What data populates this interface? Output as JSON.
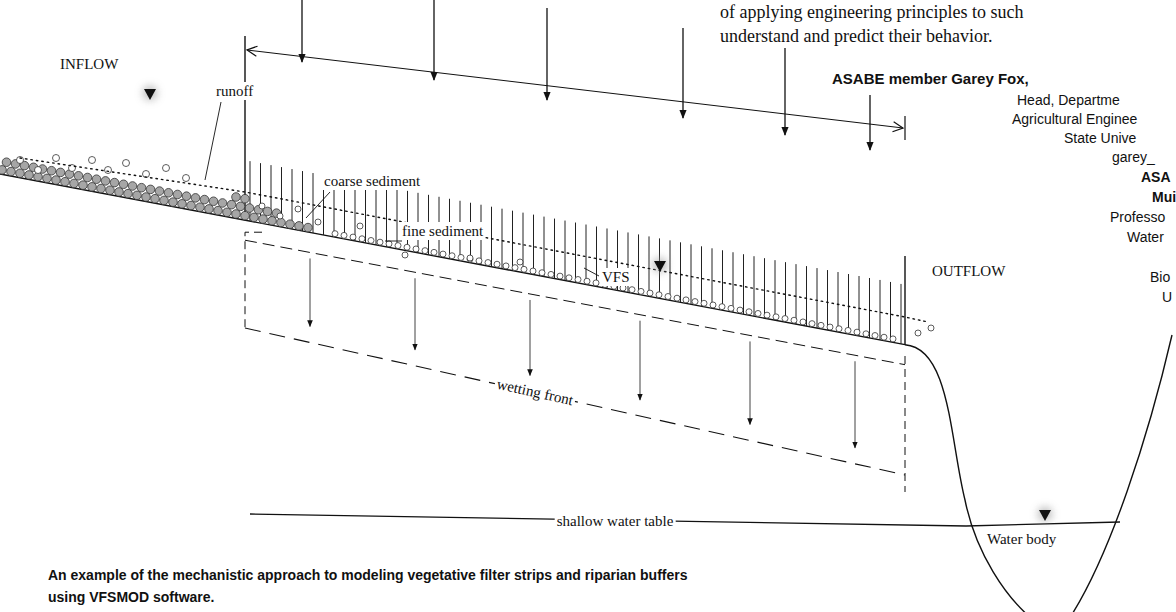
{
  "diagram": {
    "caption": "An example of the mechanistic approach to modeling vegetative filter strips and riparian buffers using VFSMOD software.",
    "labels": [
      "of applying engineering principles to such",
      "understand and predict their behavior.",
      "INFLOW",
      "ASABE member Garey Fox,",
      "runoff",
      "Head, Departme",
      "Agricultural Enginee",
      "State Unive",
      "garey_",
      "ASA",
      "coarse sediment",
      "Mui",
      "Professo",
      "fine sediment",
      "Water",
      "OUTFLOW",
      "Bio",
      "VFS",
      "U",
      "wetting front",
      "shallow water table",
      "Water body"
    ]
  }
}
